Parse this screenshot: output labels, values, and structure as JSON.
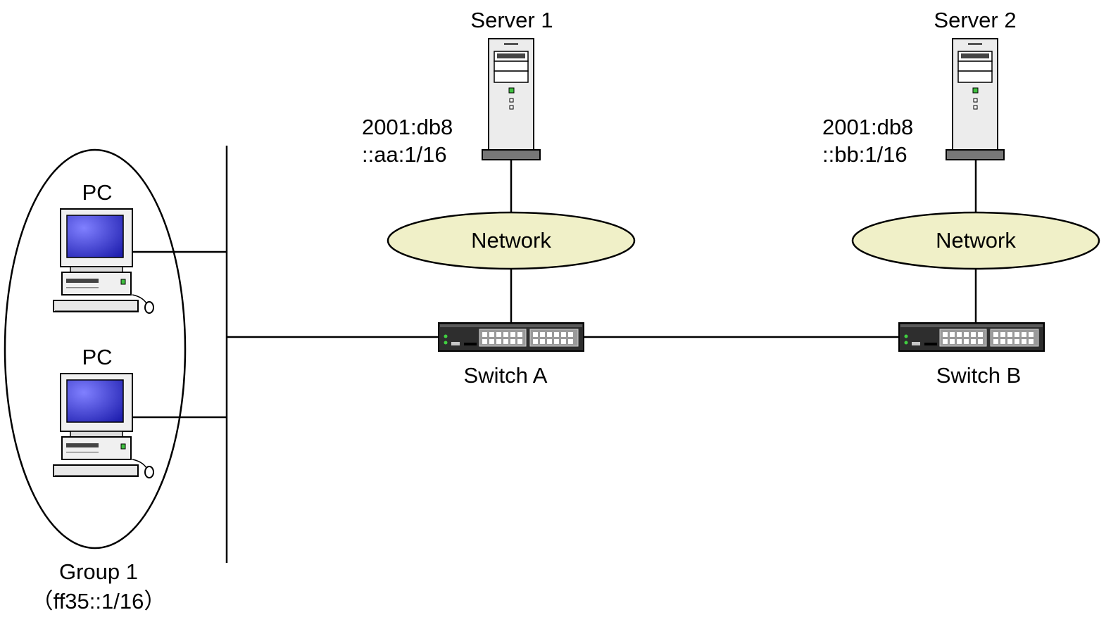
{
  "servers": [
    {
      "label": "Server 1",
      "address_line1": "2001:db8",
      "address_line2": "::aa:1/16"
    },
    {
      "label": "Server 2",
      "address_line1": "2001:db8",
      "address_line2": "::bb:1/16"
    }
  ],
  "networks": [
    {
      "label": "Network"
    },
    {
      "label": "Network"
    }
  ],
  "switches": [
    {
      "label": "Switch A"
    },
    {
      "label": "Switch B"
    }
  ],
  "pcs": [
    {
      "label": "PC"
    },
    {
      "label": "PC"
    }
  ],
  "group": {
    "label": "Group 1",
    "address": "（ff35::1/16）"
  },
  "colors": {
    "cloud_fill": "#f0f0c8",
    "line": "#000000",
    "switch_body": "#2e2e2e",
    "screen": "#3c3cd8",
    "server_body": "#e8e8e8"
  },
  "icons": {
    "server": "server-tower-icon",
    "pc": "desktop-pc-icon",
    "switch": "ethernet-switch-icon",
    "network": "network-cloud-icon"
  }
}
